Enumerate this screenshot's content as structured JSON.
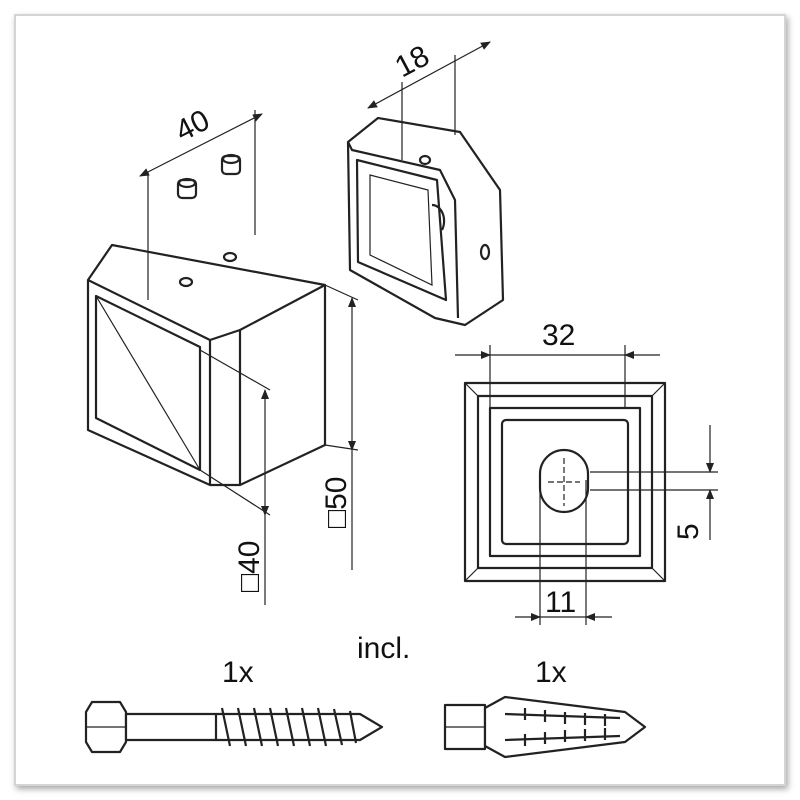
{
  "dimensions": {
    "post_cap_width": "40",
    "small_cap_depth": "18",
    "base_plate_width": "32",
    "slot_height": "5",
    "slot_length": "11",
    "outer_square": "□50",
    "inner_square": "□40"
  },
  "included_label": "incl.",
  "screw_quantity": "1x",
  "plug_quantity": "1x"
}
